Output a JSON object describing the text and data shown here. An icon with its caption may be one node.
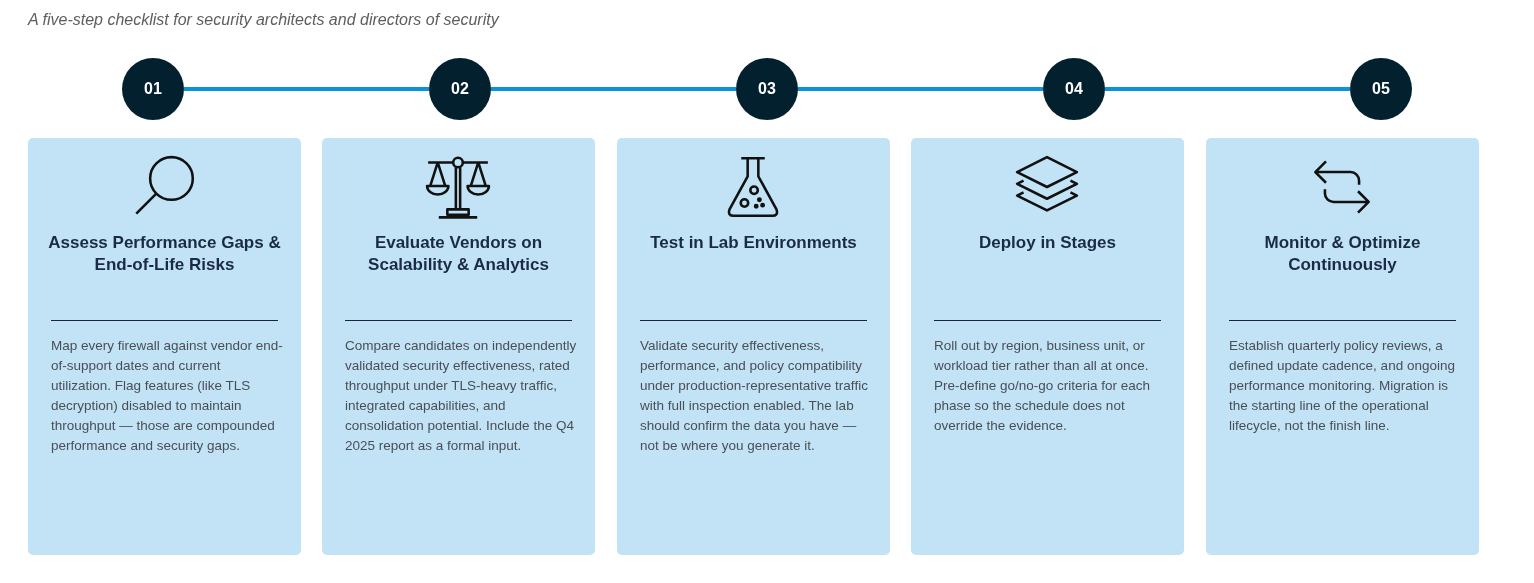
{
  "diagram": {
    "title": "A five-step checklist for security architects and directors of security",
    "nodes": [
      {
        "text": [
          "01"
        ]
      },
      {
        "text": [
          "02"
        ]
      },
      {
        "text": [
          "03"
        ]
      },
      {
        "text": [
          "04"
        ]
      },
      {
        "text": [
          "05"
        ]
      },
      {
        "text": [
          "Assess Performance Gaps & End-of-Life Risks",
          "Map every firewall against vendor end-of-support dates and current utilization. Flag features (like TLS decryption) disabled to maintain throughput — those are compounded performance and security gaps."
        ]
      },
      {
        "text": [
          "Evaluate Vendors on Scalability & Analytics",
          "Compare candidates on independently validated security effectiveness, rated throughput under TLS-heavy traffic, integrated capabilities, and consolidation potential. Include the Q4 2025 report as a formal input."
        ]
      },
      {
        "text": [
          "Test in Lab Environments",
          "Validate security effectiveness, performance, and policy compatibility under production-representative traffic with full inspection enabled. The lab should confirm the data you have — not be where you generate it."
        ]
      },
      {
        "text": [
          "Deploy in Stages",
          "Roll out by region, business unit, or workload tier rather than all at once. Pre-define go/no-go criteria for each phase so the schedule does not override the evidence."
        ]
      },
      {
        "text": [
          "Monitor & Optimize Continuously",
          "Establish quarterly policy reviews, a defined update cadence, and ongoing performance monitoring. Migration is the starting line of the operational lifecycle, not the finish line."
        ]
      }
    ],
    "edges": [
      {
        "from": 0,
        "to": 1,
        "arrow": "none"
      },
      {
        "from": 1,
        "to": 2,
        "arrow": "none"
      },
      {
        "from": 2,
        "to": 3,
        "arrow": "none"
      },
      {
        "from": 3,
        "to": 4,
        "arrow": "none"
      }
    ]
  }
}
